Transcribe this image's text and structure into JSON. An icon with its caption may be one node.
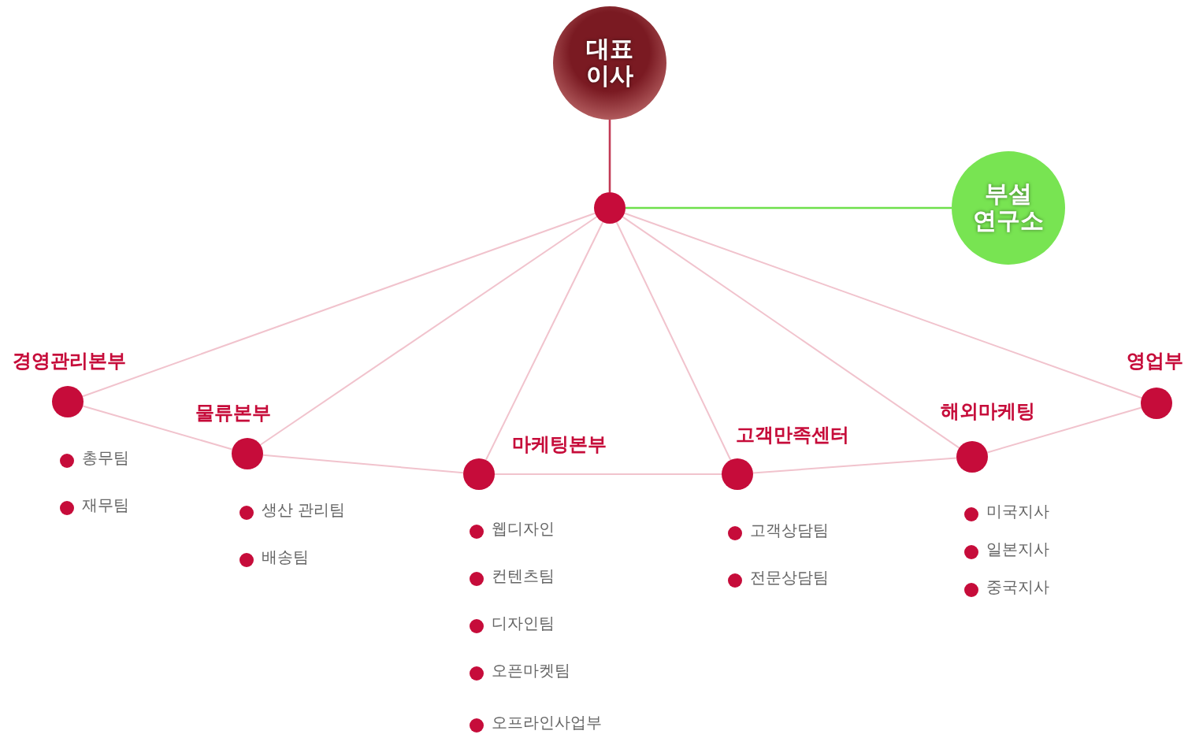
{
  "diagram": {
    "nodes": [
      {
        "text": [
          "대표 이사"
        ]
      },
      {
        "text": [],
        "shape": "circle"
      },
      {
        "text": [
          "부설 연구소"
        ]
      },
      {
        "text": [
          "경영관리본부"
        ],
        "beside": [
          "총무팀",
          "재무팀"
        ]
      },
      {
        "text": [
          "물류본부"
        ],
        "beside": [
          "생산 관리팀",
          "배송팀"
        ]
      },
      {
        "text": [
          "마케팅본부"
        ],
        "beside": [
          "웹디자인",
          "컨텐츠팀",
          "디자인팀",
          "오픈마켓팀",
          "오프라인사업부"
        ]
      },
      {
        "text": [
          "고객만족센터"
        ],
        "beside": [
          "고객상담팀",
          "전문상담팀"
        ]
      },
      {
        "text": [
          "해외마케팅"
        ],
        "beside": [
          "미국지사",
          "일본지사",
          "중국지사"
        ]
      },
      {
        "text": [
          "영업부"
        ]
      }
    ],
    "edges": [
      {
        "from": 0,
        "to": 1,
        "arrow": "none",
        "color": "#c23a55"
      },
      {
        "from": 1,
        "to": 2,
        "arrow": "none",
        "color": "#6ee04c"
      },
      {
        "from": 1,
        "to": 3,
        "arrow": "none"
      },
      {
        "from": 1,
        "to": 4,
        "arrow": "none"
      },
      {
        "from": 1,
        "to": 5,
        "arrow": "none"
      },
      {
        "from": 1,
        "to": 6,
        "arrow": "none"
      },
      {
        "from": 1,
        "to": 7,
        "arrow": "none"
      },
      {
        "from": 1,
        "to": 8,
        "arrow": "none"
      },
      {
        "from": 3,
        "to": 4,
        "arrow": "none"
      },
      {
        "from": 4,
        "to": 5,
        "arrow": "none"
      },
      {
        "from": 5,
        "to": 6,
        "arrow": "none"
      },
      {
        "from": 6,
        "to": 7,
        "arrow": "none"
      },
      {
        "from": 7,
        "to": 8,
        "arrow": "none"
      }
    ]
  }
}
